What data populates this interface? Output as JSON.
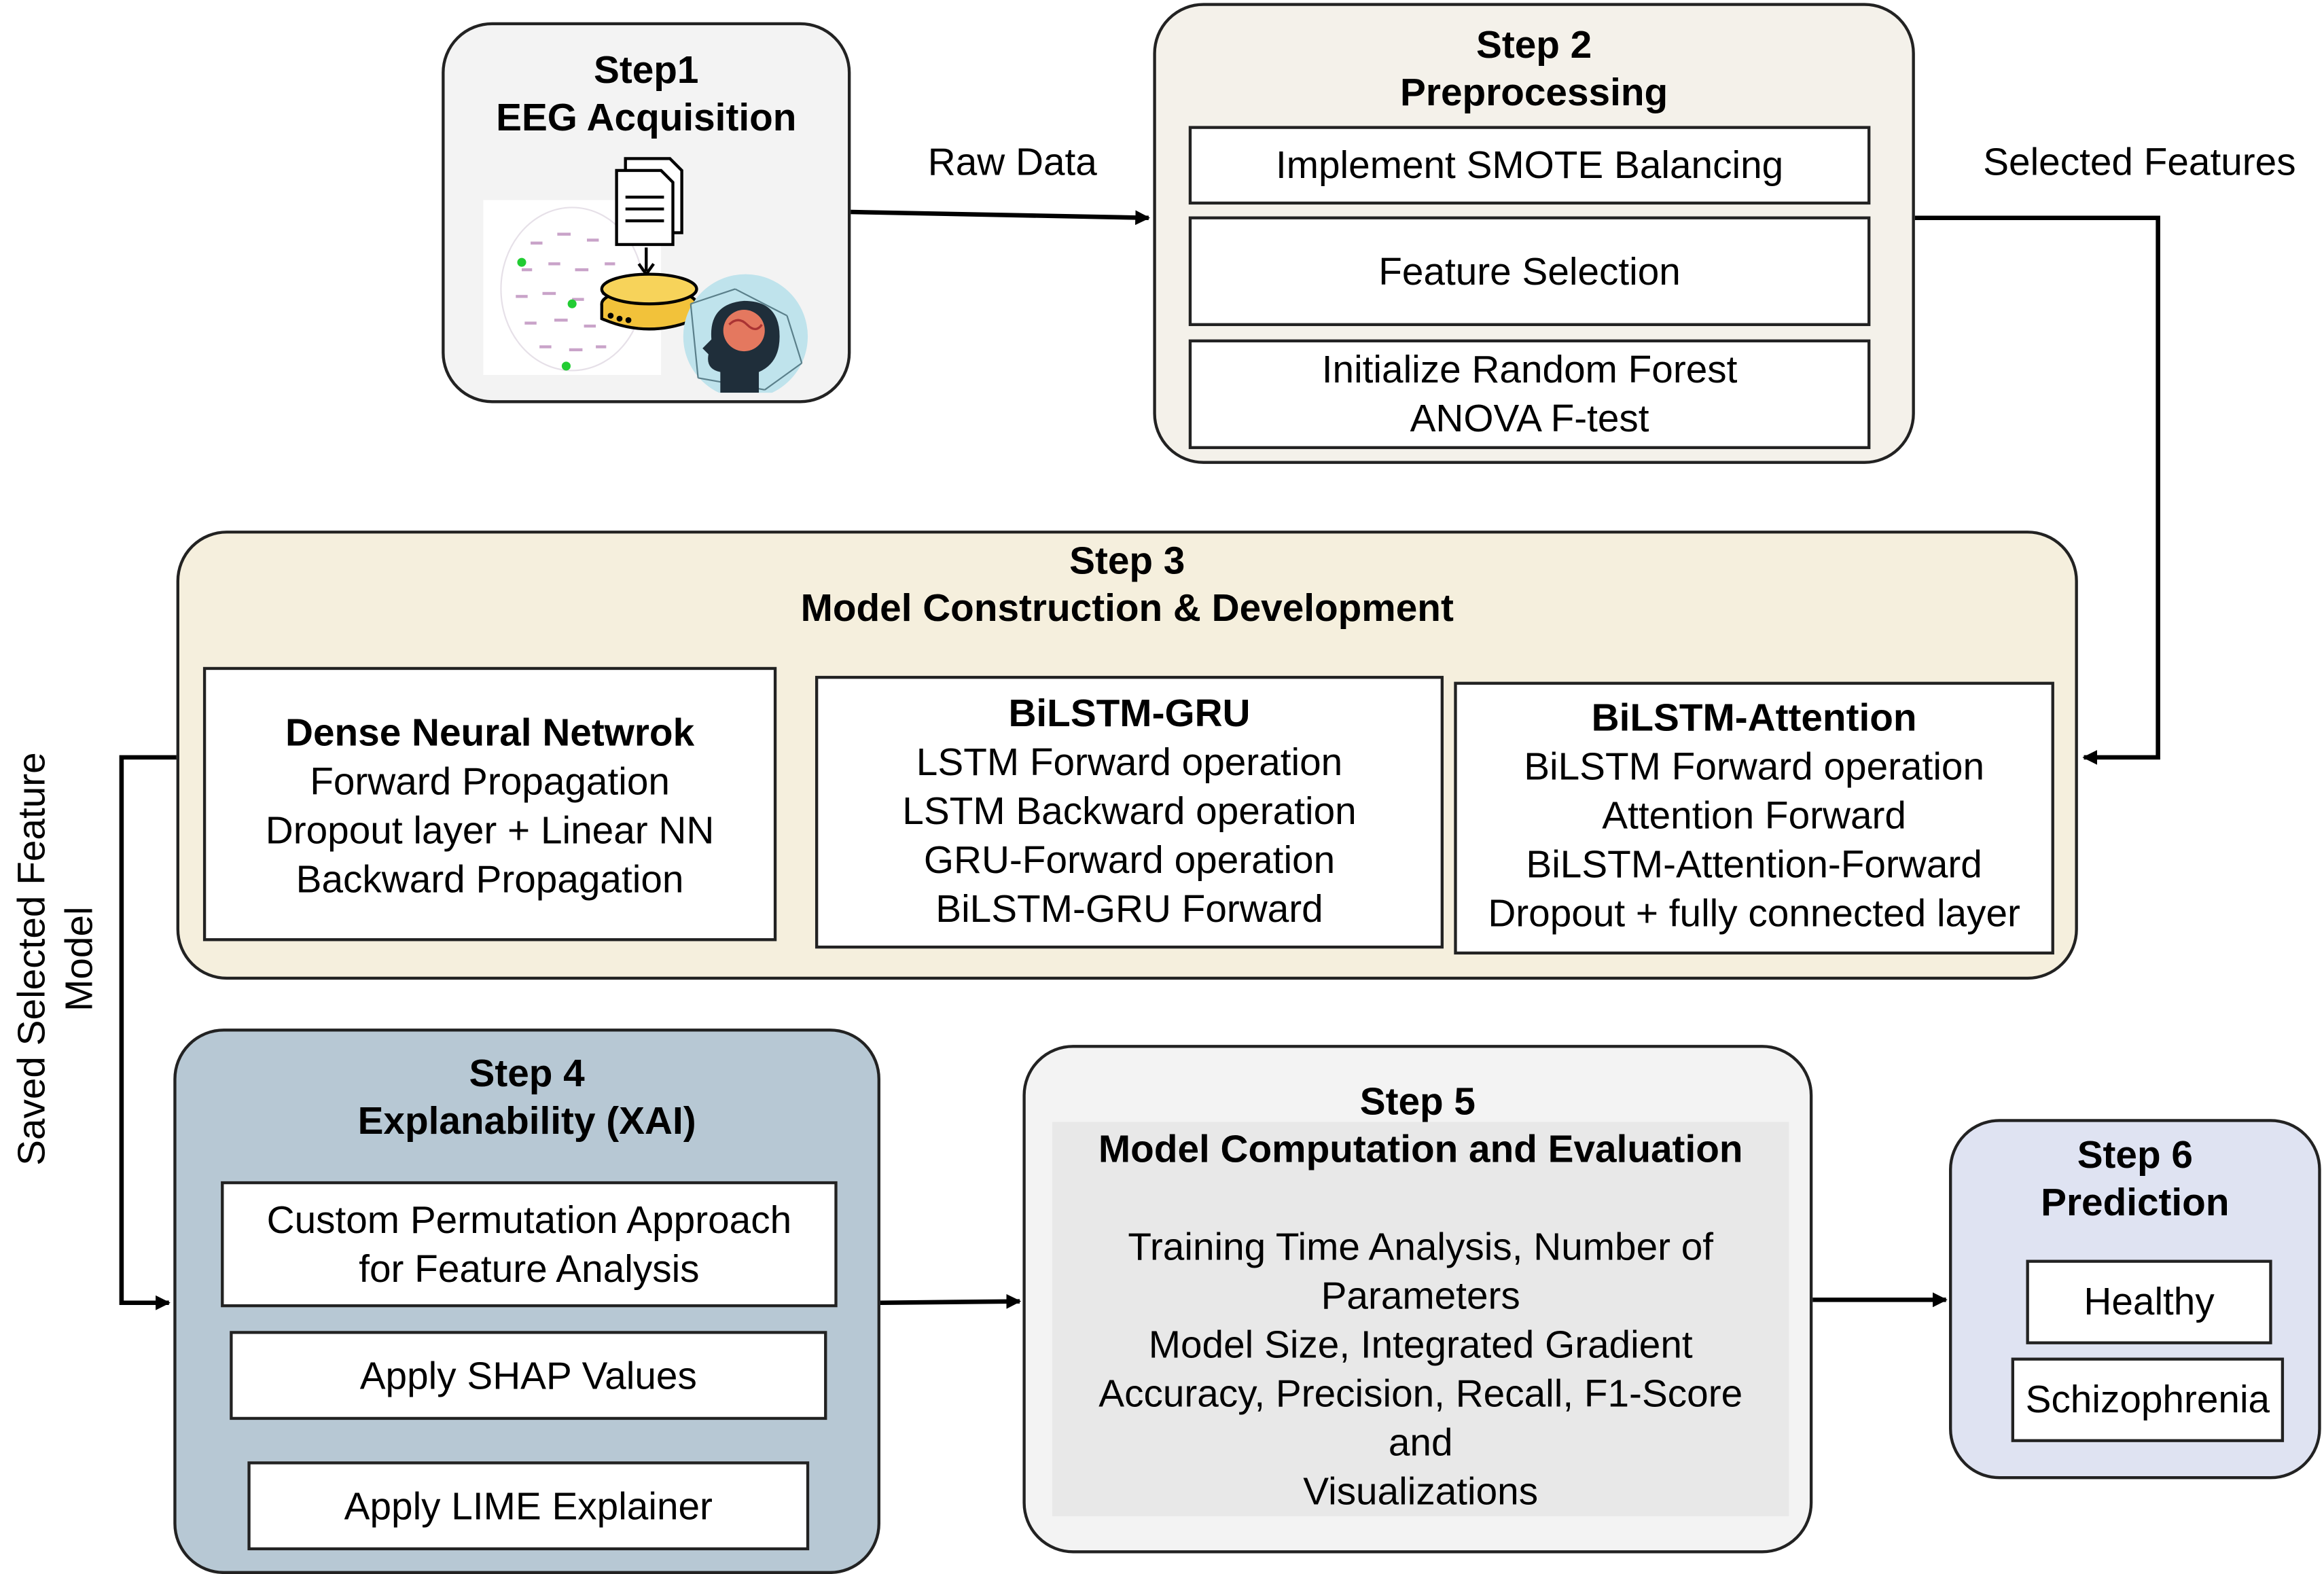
{
  "step1": {
    "step": "Step1",
    "name": "EEG Acquisition",
    "icons": [
      "eeg-scalp-icon",
      "documents-icon",
      "database-icon",
      "brain-head-icon"
    ]
  },
  "step2": {
    "step": "Step 2",
    "name": "Preprocessing",
    "items": [
      "Implement SMOTE Balancing",
      "Feature Selection",
      "Initialize Random Forest",
      "ANOVA F-test"
    ]
  },
  "step3": {
    "step": "Step 3",
    "name": "Model Construction  & Development",
    "dnn": {
      "title": "Dense Neural Netwrok",
      "lines": [
        "Forward Propagation",
        "Dropout layer + Linear NN",
        "Backward Propagation"
      ]
    },
    "gru": {
      "title": "BiLSTM-GRU",
      "lines": [
        "LSTM Forward operation",
        "LSTM Backward operation",
        "GRU-Forward operation",
        "BiLSTM-GRU Forward"
      ]
    },
    "att": {
      "title": "BiLSTM-Attention",
      "lines": [
        "BiLSTM Forward operation",
        "Attention Forward",
        "BiLSTM-Attention-Forward",
        "Dropout + fully connected layer"
      ]
    }
  },
  "step4": {
    "step": "Step 4",
    "name": "Explanability (XAI)",
    "items": [
      "Custom Permutation Approach",
      "for Feature Analysis",
      "Apply SHAP Values",
      "Apply LIME Explainer"
    ]
  },
  "step5": {
    "step": "Step 5",
    "name": "Model Computation and Evaluation",
    "lines": [
      "Training Time Analysis, Number of",
      "Parameters",
      "Model Size, Integrated Gradient",
      "Accuracy, Precision, Recall, F1-Score",
      "and",
      "Visualizations"
    ]
  },
  "step6": {
    "step": "Step 6",
    "name": "Prediction",
    "items": [
      "Healthy",
      "Schizophrenia"
    ]
  },
  "arrows": {
    "raw_data": "Raw Data",
    "selected_features": "Selected Features",
    "saved_model_1": "Saved Selected Feature",
    "saved_model_2": "Model"
  },
  "colors": {
    "step1_bg": "#f3f3f3",
    "step2_bg": "#f4f1ea",
    "step3_bg": "#f5efdd",
    "step4_bg": "#b7c8d4",
    "step5_bg": "#f3f3f3",
    "step6_bg": "#dfe3f2"
  }
}
